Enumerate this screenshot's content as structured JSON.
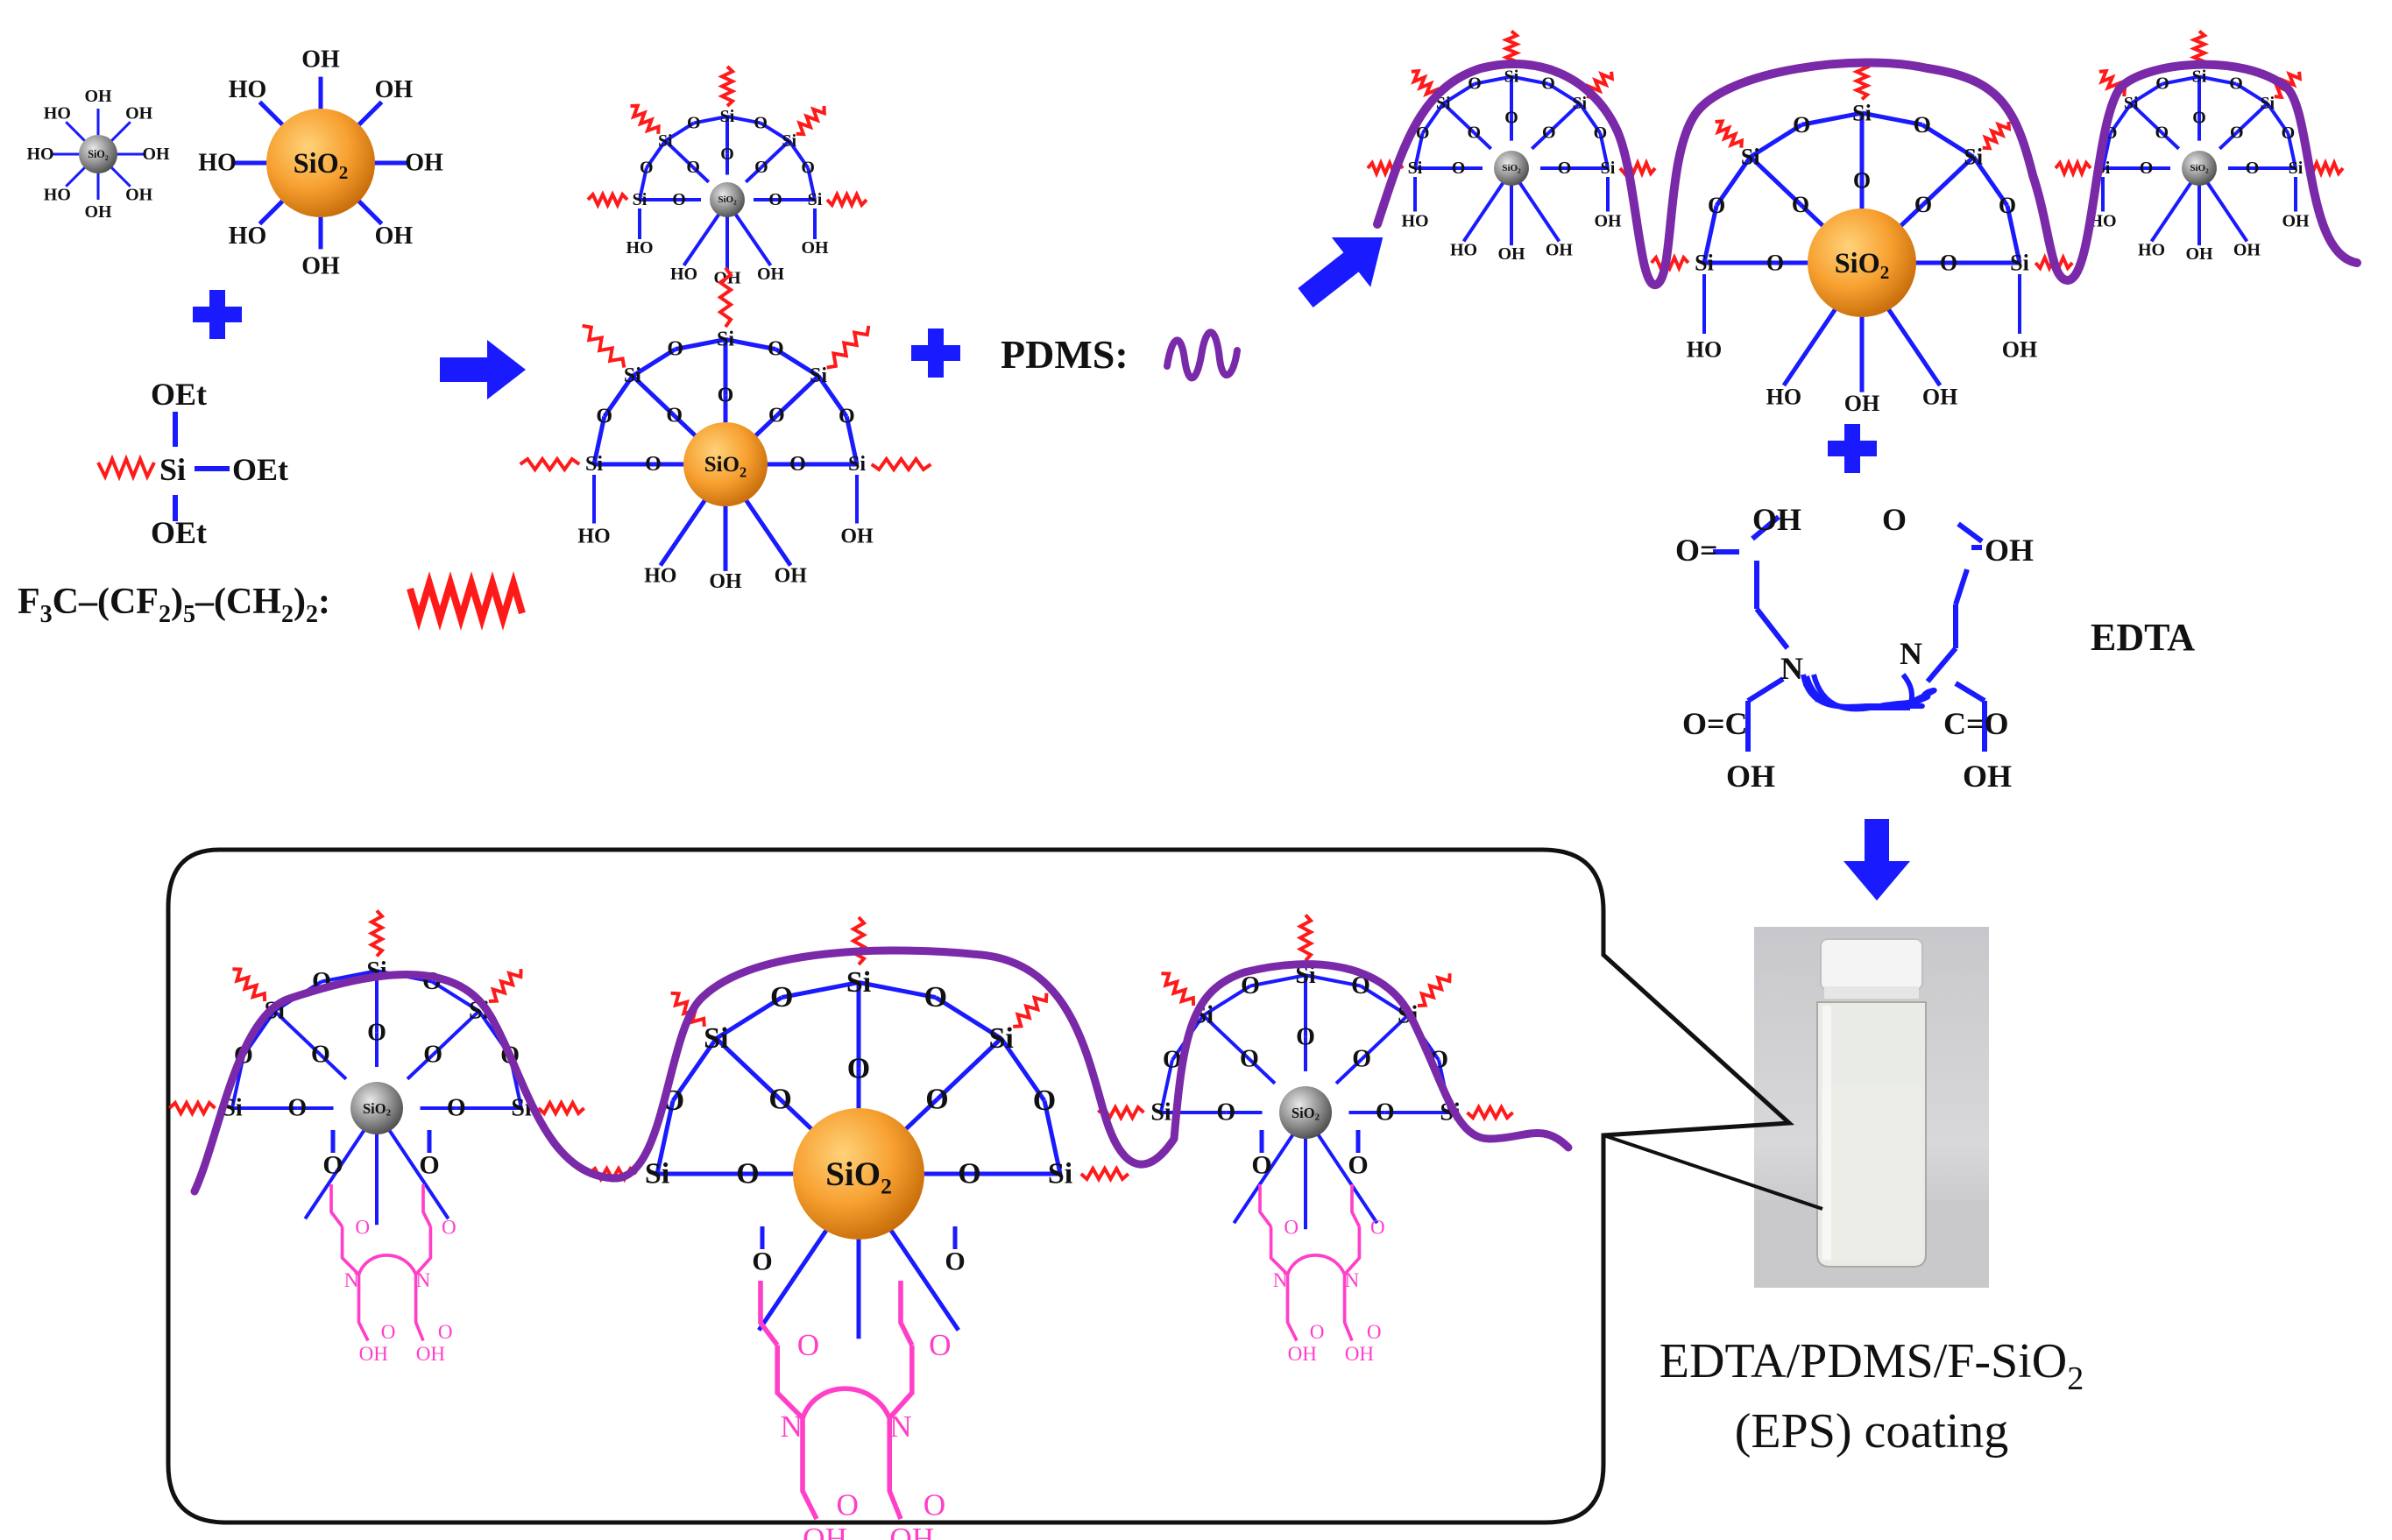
{
  "atoms": {
    "oh": "OH",
    "ho": "HO",
    "o": "O",
    "si": "Si",
    "sio2_core": "SiO",
    "sio2_sub": "2",
    "n": "N"
  },
  "silane": {
    "oet": "OEt"
  },
  "fluoro_label": {
    "a": "F",
    "b": "3",
    "c": "C–(CF",
    "d": "2",
    "e": ")",
    "f": "5",
    "g": "–(CH",
    "h": "2",
    "i": ")",
    "j": "2",
    "k": ":"
  },
  "pdms_label": "PDMS:",
  "edta_label": "EDTA",
  "edta_atoms": {
    "o_eq": "O=",
    "c_eq_o": "C=O",
    "o_c": "O=C",
    "o_small": "O"
  },
  "vial_caption": {
    "line1_main": "EDTA/PDMS/F-SiO",
    "line1_sub": "2",
    "line2": "(EPS) coating"
  },
  "colors": {
    "bond": "#1a1aff",
    "arrow": "#1a1aff",
    "fluoro_chain": "#ff1a1a",
    "pdms_chain": "#7a2aa8",
    "edta_pink": "#ff3fc8",
    "sio2_fill": "#f7a030",
    "small_core": "#8a8a8a"
  }
}
